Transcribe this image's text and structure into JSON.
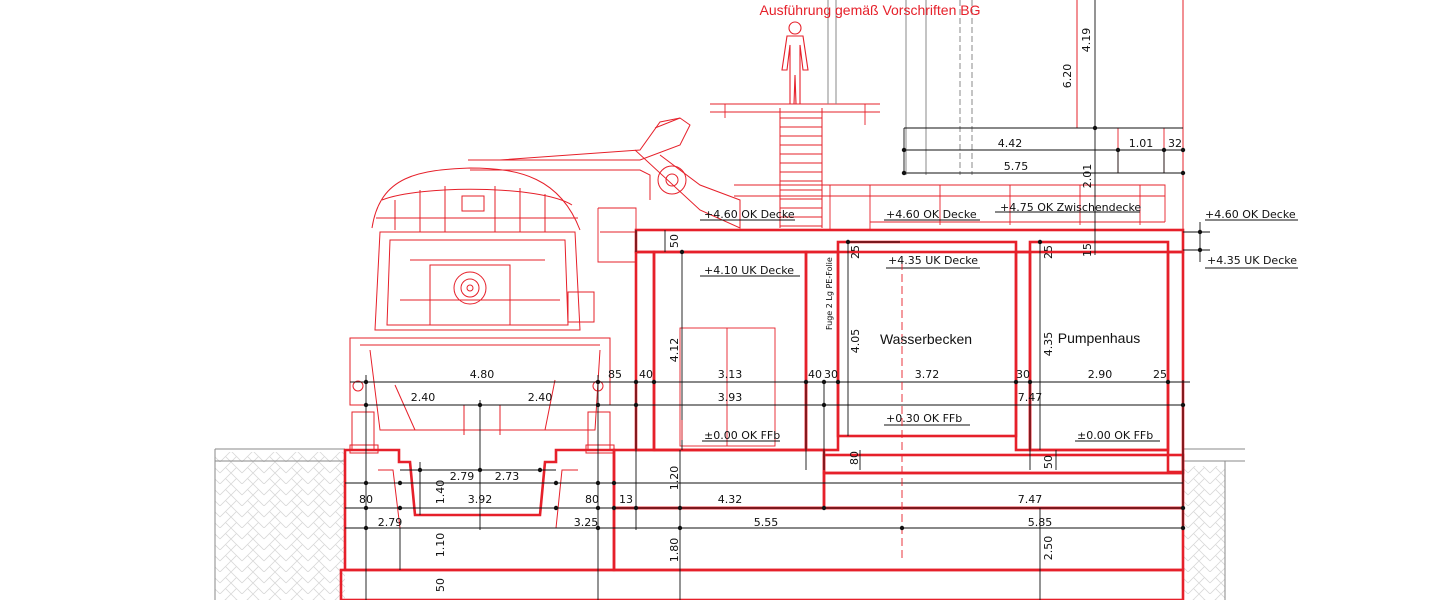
{
  "title": "Ausführung gemäß Vorschriften BG",
  "rooms": {
    "water_basin": "Wasserbecken",
    "pump_house": "Pumpenhaus"
  },
  "foil_note": "Fuge 2 Lg PE-Folie",
  "levels": {
    "deck_left": "+4.60  OK  Decke",
    "deck_mid": "+4.60  OK  Decke",
    "deck_right": "+4.60  OK  Decke",
    "intermediate_deck": "+4.75  OK  Zwischendecke",
    "uk_left": "+4.10  UK  Decke",
    "uk_mid": "+4.35  UK  Decke",
    "uk_right": "+4.35  UK  Decke",
    "floor_basin": "+0.30  OK  FFb",
    "floor_left": "±0.00  OK  FFb",
    "floor_right": "±0.00  OK  FFb"
  },
  "dims": {
    "d4_19": "4.19",
    "d6_20": "6.20",
    "d4_42": "4.42",
    "d1_01": "1.01",
    "d32": "32",
    "d5_75": "5.75",
    "d2_01": "2.01",
    "d15": "15",
    "d50_top": "50",
    "d25_a": "25",
    "d25_b": "25",
    "d4_12": "4.12",
    "d4_05": "4.05",
    "d4_35": "4.35",
    "d4_80": "4.80",
    "d85": "85",
    "d40_a": "40",
    "d3_13": "3.13",
    "d40_b": "40",
    "d30_a": "30",
    "d3_72": "3.72",
    "d30_b": "30",
    "d2_90": "2.90",
    "d25_c": "25",
    "d2_40_a": "2.40",
    "d2_40_b": "2.40",
    "d3_93": "3.93",
    "d7_47_a": "7.47",
    "d2_79_a": "2.79",
    "d2_73": "2.73",
    "d1_40": "1.40",
    "d3_92": "3.92",
    "d80_a": "80",
    "d80_b": "80",
    "d13": "13",
    "d1_20": "1.20",
    "d4_32": "4.32",
    "d80_c": "80",
    "d50_b": "50",
    "d7_47_b": "7.47",
    "d2_79_b": "2.79",
    "d3_25": "3.25",
    "d5_55": "5.55",
    "d5_85": "5.85",
    "d1_10": "1.10",
    "d1_80": "1.80",
    "d2_50": "2.50",
    "d50_bottom": "50"
  }
}
